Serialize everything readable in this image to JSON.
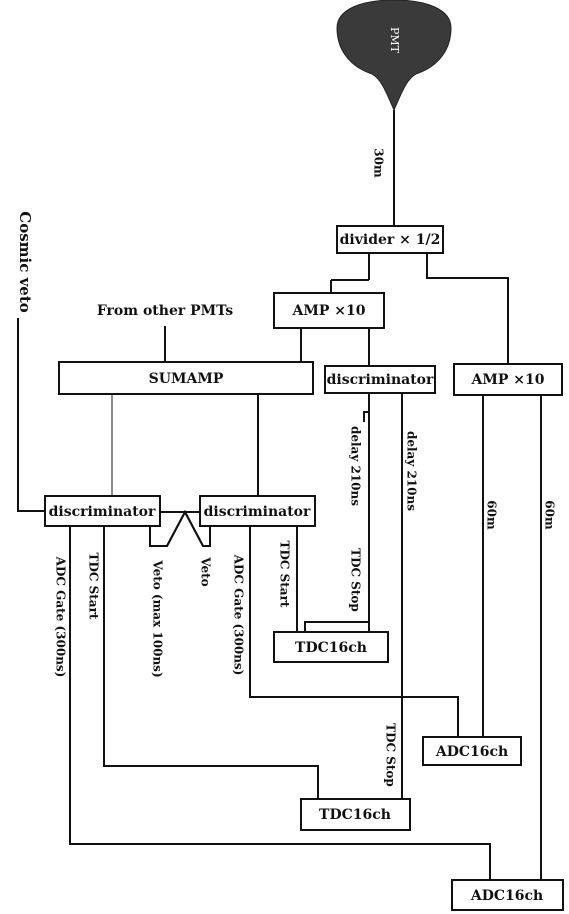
{
  "pmt": {
    "label": "PMT",
    "cable": "30m"
  },
  "divider": {
    "label": "divider × 1/2"
  },
  "amp_left": {
    "label": "AMP ×10"
  },
  "amp_right": {
    "label": "AMP ×10"
  },
  "other_pmts": {
    "label": "From other PMTs"
  },
  "sumamp": {
    "label": "SUMAMP"
  },
  "disc_top": {
    "label": "discriminator"
  },
  "disc_left": {
    "label": "discriminator"
  },
  "disc_mid": {
    "label": "discriminator"
  },
  "cosmic_veto": {
    "label": "Cosmic veto"
  },
  "delay1": {
    "label": "delay 210ns"
  },
  "delay2": {
    "label": "delay 210ns"
  },
  "cable60_1": {
    "label": "60m"
  },
  "cable60_2": {
    "label": "60m"
  },
  "tdc_stop1": {
    "label": "TDC Stop"
  },
  "tdc_stop2": {
    "label": "TDC Stop"
  },
  "tdc_start_mid": {
    "label": "TDC Start"
  },
  "tdc_start_left": {
    "label": "TDC Start"
  },
  "adc_gate_left": {
    "label": "ADC Gate (300ns)"
  },
  "adc_gate_mid": {
    "label": "ADC Gate (300ns)"
  },
  "veto_max": {
    "label": "Veto (max 100ns)"
  },
  "veto": {
    "label": "Veto"
  },
  "tdc_box1": {
    "label": "TDC16ch"
  },
  "tdc_box2": {
    "label": "TDC16ch"
  },
  "adc_box1": {
    "label": "ADC16ch"
  },
  "adc_box2": {
    "label": "ADC16ch"
  }
}
